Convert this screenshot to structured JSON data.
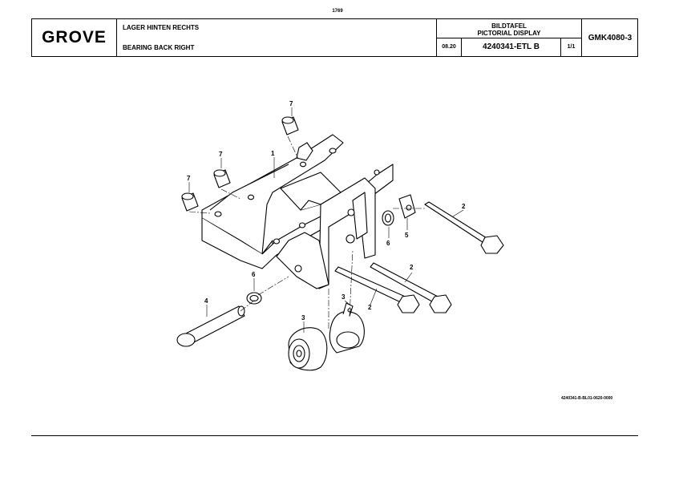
{
  "page_number": "1769",
  "header": {
    "logo": "GROVE",
    "title_de": "LAGER HINTEN RECHTS",
    "title_en": "BEARING BACK RIGHT",
    "pictorial_de": "BILDTAFEL",
    "pictorial_en": "PICTORIAL DISPLAY",
    "date": "08.20",
    "doc_number": "4240341-ETL B",
    "sheet": "1/1",
    "model": "GMK4080-3"
  },
  "callouts": {
    "c1": "1",
    "c2a": "2",
    "c2b": "2",
    "c2c": "2",
    "c3a": "3",
    "c3b": "3",
    "c4": "4",
    "c5": "5",
    "c6a": "6",
    "c6b": "6",
    "c7a": "7",
    "c7b": "7",
    "c7c": "7"
  },
  "drawing_ref": "4240341-B-BL01-0620-0000"
}
